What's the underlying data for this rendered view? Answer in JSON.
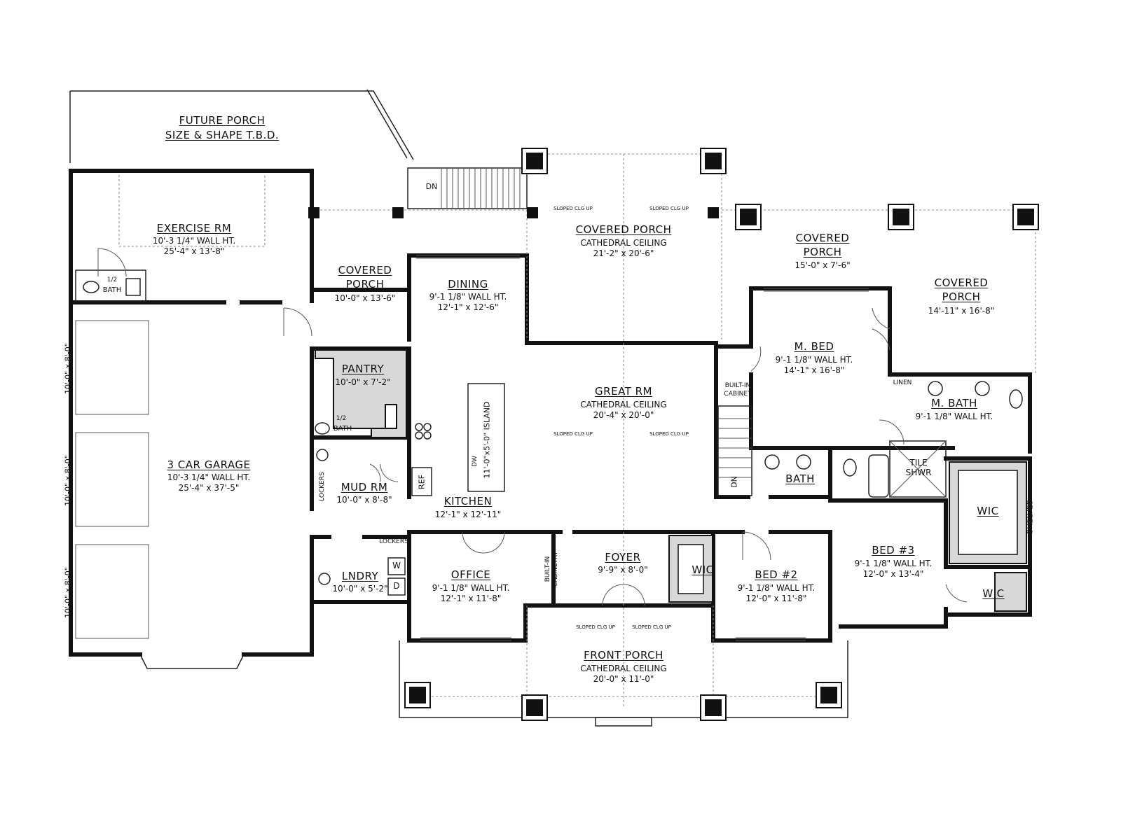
{
  "rooms": {
    "future_porch": {
      "name": "FUTURE PORCH",
      "sub": "SIZE & SHAPE T.B.D."
    },
    "exercise": {
      "name": "EXERCISE RM",
      "line1": "10'-3 1/4\" WALL HT.",
      "line2": "25'-4\" x 13'-8\""
    },
    "half_bath_top": {
      "name": "1/2",
      "sub": "BATH"
    },
    "covered_porch_left": {
      "name1": "COVERED",
      "name2": "PORCH",
      "dims": "10'-0\" x 13'-6\""
    },
    "dining": {
      "name": "DINING",
      "line1": "9'-1 1/8\" WALL HT.",
      "line2": "12'-1\" x 12'-6\""
    },
    "covered_porch_center": {
      "name": "COVERED PORCH",
      "line1": "CATHEDRAL CEILING",
      "line2": "21'-2\" x 20'-6\""
    },
    "covered_porch_right_top": {
      "name1": "COVERED",
      "name2": "PORCH",
      "dims": "15'-0\" x 7'-6\""
    },
    "covered_porch_right": {
      "name1": "COVERED",
      "name2": "PORCH",
      "dims": "14'-11\" x 16'-8\""
    },
    "pantry": {
      "name": "PANTRY",
      "dims": "10'-0\" x 7'-2\""
    },
    "great_rm": {
      "name": "GREAT RM",
      "line1": "CATHEDRAL CEILING",
      "line2": "20'-4\" x 20'-0\""
    },
    "m_bed": {
      "name": "M. BED",
      "line1": "9'-1 1/8\" WALL HT.",
      "line2": "14'-1\" x 16'-8\""
    },
    "m_bath": {
      "name": "M. BATH",
      "line1": "9'-1 1/8\" WALL HT."
    },
    "linen": "LINEN",
    "built_in_cabinet": {
      "line1": "BUILT-IN",
      "line2": "CABINET"
    },
    "half_bath_mid": {
      "name": "1/2",
      "sub": "BATH"
    },
    "garage": {
      "name": "3 CAR GARAGE",
      "line1": "10'-3 1/4\" WALL HT.",
      "line2": "25'-4\" x 37'-5\""
    },
    "mud_rm": {
      "name": "MUD RM",
      "dims": "10'-0\" x 8'-8\""
    },
    "kitchen": {
      "name": "KITCHEN",
      "dims": "12'-1\" x 12'-11\""
    },
    "island": "11'-0\"x5'-0\" ISLAND",
    "dw": "DW",
    "ref": "REF",
    "lockers1": "LOCKERS",
    "lockers2": "LOCKERS",
    "w": "W",
    "d": "D",
    "bath": "BATH",
    "tile_shwr": {
      "line1": "TILE",
      "line2": "SHWR"
    },
    "wic_right_top": "WIC",
    "shelves": "SHELVES",
    "lndry": {
      "name": "LNDRY",
      "dims": "10'-0\" x 5'-2\""
    },
    "office": {
      "name": "OFFICE",
      "line1": "9'-1 1/8\" WALL HT.",
      "line2": "12'-1\" x 11'-8\""
    },
    "built_in_cabinetry": {
      "line1": "BUILT-IN",
      "line2": "CABINETRY"
    },
    "foyer": {
      "name": "FOYER",
      "dims": "9'-9\" x 8'-0\""
    },
    "wic_left": "WIC",
    "bed2": {
      "name": "BED #2",
      "line1": "9'-1 1/8\" WALL HT.",
      "line2": "12'-0\" x 11'-8\""
    },
    "bed3": {
      "name": "BED #3",
      "line1": "9'-1 1/8\" WALL HT.",
      "line2": "12'-0\" x 13'-4\""
    },
    "wic_right_bottom": "WIC",
    "front_porch": {
      "name": "FRONT PORCH",
      "line1": "CATHEDRAL CEILING",
      "line2": "20'-0\" x 11'-0\""
    }
  },
  "garage_doors": [
    "10'-0\" x 8'-0\"",
    "10'-0\" x 8'-0\"",
    "10'-0\" x 8'-0\""
  ],
  "stairs": {
    "dn_top": "DN",
    "dn_side": "DN"
  },
  "sloped": {
    "up": "SLOPED CLG UP"
  }
}
